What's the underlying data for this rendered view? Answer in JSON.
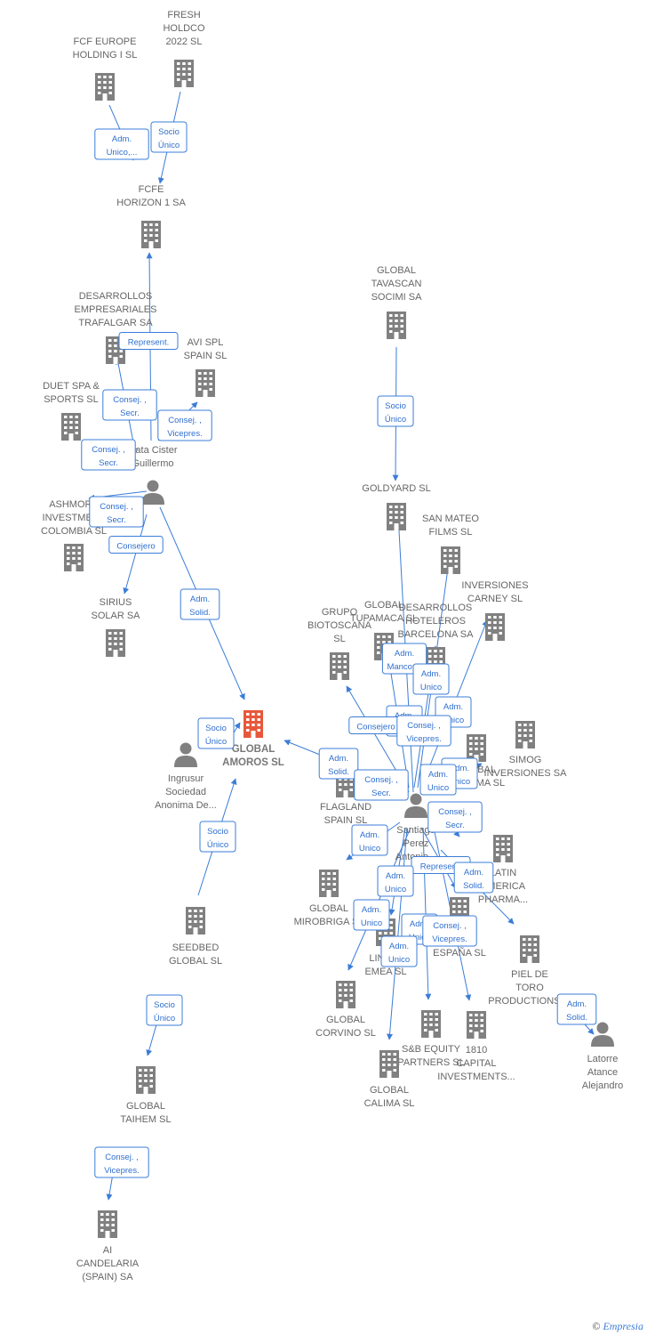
{
  "colors": {
    "node": "#808080",
    "focus": "#e8573b",
    "edge": "#3b7dd8"
  },
  "nodes": [
    {
      "id": "fcf",
      "type": "company",
      "label": [
        "FCF EUROPE",
        "HOLDING I  SL"
      ]
    },
    {
      "id": "fresh",
      "type": "company",
      "label": [
        "FRESH",
        "HOLDCO",
        "2022  SL"
      ]
    },
    {
      "id": "fcfe",
      "type": "company",
      "label": [
        "FCFE",
        "HORIZON 1 SA"
      ]
    },
    {
      "id": "desTraf",
      "type": "company",
      "label": [
        "DESARROLLOS",
        "EMPRESARIALES",
        "TRAFALGAR SA"
      ]
    },
    {
      "id": "avi",
      "type": "company",
      "label": [
        "AVI SPL",
        "SPAIN  SL"
      ]
    },
    {
      "id": "duet",
      "type": "company",
      "label": [
        "DUET SPA &",
        "SPORTS SL"
      ]
    },
    {
      "id": "cister",
      "type": "person",
      "label": [
        "Cata Cister",
        "Guillermo"
      ]
    },
    {
      "id": "ashmore",
      "type": "company",
      "label": [
        "ASHMORE",
        "INVESTMENT",
        "COLOMBIA SL"
      ]
    },
    {
      "id": "sirius",
      "type": "company",
      "label": [
        "SIRIUS",
        "SOLAR SA"
      ]
    },
    {
      "id": "global",
      "type": "focus",
      "label": [
        "GLOBAL",
        "AMOROS  SL"
      ]
    },
    {
      "id": "ingrusur",
      "type": "person",
      "label": [
        "Ingrusur",
        "Sociedad",
        "Anonima De..."
      ]
    },
    {
      "id": "seedbed",
      "type": "company",
      "label": [
        "SEEDBED",
        "GLOBAL  SL"
      ]
    },
    {
      "id": "taihem",
      "type": "company",
      "label": [
        "GLOBAL",
        "TAIHEM SL"
      ]
    },
    {
      "id": "candelaria",
      "type": "company",
      "label": [
        "AI",
        "CANDELARIA",
        "(SPAIN) SA"
      ]
    },
    {
      "id": "tavascan",
      "type": "company",
      "label": [
        "GLOBAL",
        "TAVASCAN",
        "SOCIMI SA"
      ]
    },
    {
      "id": "goldyard",
      "type": "company",
      "label": [
        "GOLDYARD SL"
      ]
    },
    {
      "id": "sanmateo",
      "type": "company",
      "label": [
        "SAN MATEO",
        "FILMS SL"
      ]
    },
    {
      "id": "carney",
      "type": "company",
      "label": [
        "INVERSIONES",
        "CARNEY SL"
      ]
    },
    {
      "id": "tupamaca",
      "type": "company",
      "label": [
        "GLOBAL",
        "TUPAMACA SL"
      ]
    },
    {
      "id": "desHot",
      "type": "company",
      "label": [
        "DESARROLLOS",
        "HOTELEROS",
        "BARCELONA SA"
      ]
    },
    {
      "id": "biotoscana",
      "type": "company",
      "label": [
        "GRUPO",
        "BIOTOSCANA",
        "SL"
      ]
    },
    {
      "id": "globalsis",
      "type": "company",
      "label": [
        "GLOBAL",
        "SISTEMA SL"
      ]
    },
    {
      "id": "simog",
      "type": "company",
      "label": [
        "SIMOG",
        "INVERSIONES SA"
      ]
    },
    {
      "id": "santiago",
      "type": "person",
      "label": [
        "Santiago",
        "Perez",
        "Antonio..."
      ]
    },
    {
      "id": "flagland",
      "type": "company",
      "label": [
        "FLAGLAND",
        "SPAIN SL"
      ]
    },
    {
      "id": "latin",
      "type": "company",
      "label": [
        "LATIN",
        "AMERICA",
        "PHARMA..."
      ]
    },
    {
      "id": "mirobriga",
      "type": "company",
      "label": [
        "GLOBAL",
        "MIROBRIGA SL"
      ]
    },
    {
      "id": "espana",
      "type": "company",
      "label": [
        "...RS",
        "ESPAÑA  SL"
      ]
    },
    {
      "id": "lin",
      "type": "company",
      "label": [
        "LIN C...",
        "EMEA  SL"
      ]
    },
    {
      "id": "pieldetoro",
      "type": "company",
      "label": [
        "PIEL DE",
        "TORO",
        "PRODUCTIONS ..."
      ]
    },
    {
      "id": "corvino",
      "type": "company",
      "label": [
        "GLOBAL",
        "CORVINO SL"
      ]
    },
    {
      "id": "sbequity",
      "type": "company",
      "label": [
        "S&B EQUITY",
        "PARTNERS  SL"
      ]
    },
    {
      "id": "capital1810",
      "type": "company",
      "label": [
        "1810",
        "CAPITAL",
        "INVESTMENTS..."
      ]
    },
    {
      "id": "calima",
      "type": "company",
      "label": [
        "GLOBAL",
        "CALIMA SL"
      ]
    },
    {
      "id": "latorre",
      "type": "person",
      "label": [
        "Latorre",
        "Atance",
        "Alejandro"
      ]
    }
  ],
  "edges": [
    {
      "label": [
        "Adm.",
        "Unico,..."
      ]
    },
    {
      "label": [
        "Socio",
        "Único"
      ]
    },
    {
      "label": [
        "Represent."
      ]
    },
    {
      "label": [
        "Consej. ,",
        "Secr."
      ]
    },
    {
      "label": [
        "Consej. ,",
        "Vicepres."
      ]
    },
    {
      "label": [
        "Consej. ,",
        "Secr."
      ]
    },
    {
      "label": [
        "Consej. ,",
        "Secr."
      ]
    },
    {
      "label": [
        "Consejero"
      ]
    },
    {
      "label": [
        "Adm.",
        "Solid."
      ]
    },
    {
      "label": [
        "Socio",
        "Único"
      ]
    },
    {
      "label": [
        "Socio",
        "Único"
      ]
    },
    {
      "label": [
        "Socio",
        "Único"
      ]
    },
    {
      "label": [
        "Consej. ,",
        "Vicepres."
      ]
    },
    {
      "label": [
        "Socio",
        "Único"
      ]
    },
    {
      "label": [
        "Adm.",
        "Mancom."
      ]
    },
    {
      "label": [
        "Adm.",
        "Unico"
      ]
    },
    {
      "label": [
        "Adm.",
        "Unico"
      ]
    },
    {
      "label": [
        "Adm.",
        "Unico"
      ]
    },
    {
      "label": [
        "Consejero"
      ]
    },
    {
      "label": [
        "Consej. ,",
        "Vicepres."
      ]
    },
    {
      "label": [
        "Adm.",
        "Unico"
      ]
    },
    {
      "label": [
        "Adm.",
        "Unico"
      ]
    },
    {
      "label": [
        "Adm.",
        "Solid."
      ]
    },
    {
      "label": [
        "Consej. ,",
        "Secr."
      ]
    },
    {
      "label": [
        "Consej. ,",
        "Secr."
      ]
    },
    {
      "label": [
        "Adm.",
        "Unico"
      ]
    },
    {
      "label": [
        "Represent."
      ]
    },
    {
      "label": [
        "Adm.",
        "Solid."
      ]
    },
    {
      "label": [
        "Adm.",
        "Unico"
      ]
    },
    {
      "label": [
        "Adm.",
        "Unico"
      ]
    },
    {
      "label": [
        "Adm.",
        "Unico"
      ]
    },
    {
      "label": [
        "Consej. ,",
        "Vicepres."
      ]
    },
    {
      "label": [
        "Adm.",
        "Unico"
      ]
    },
    {
      "label": [
        "Adm.",
        "Solid."
      ]
    }
  ],
  "footer": {
    "copyright": "©",
    "brand": "Empresia"
  }
}
